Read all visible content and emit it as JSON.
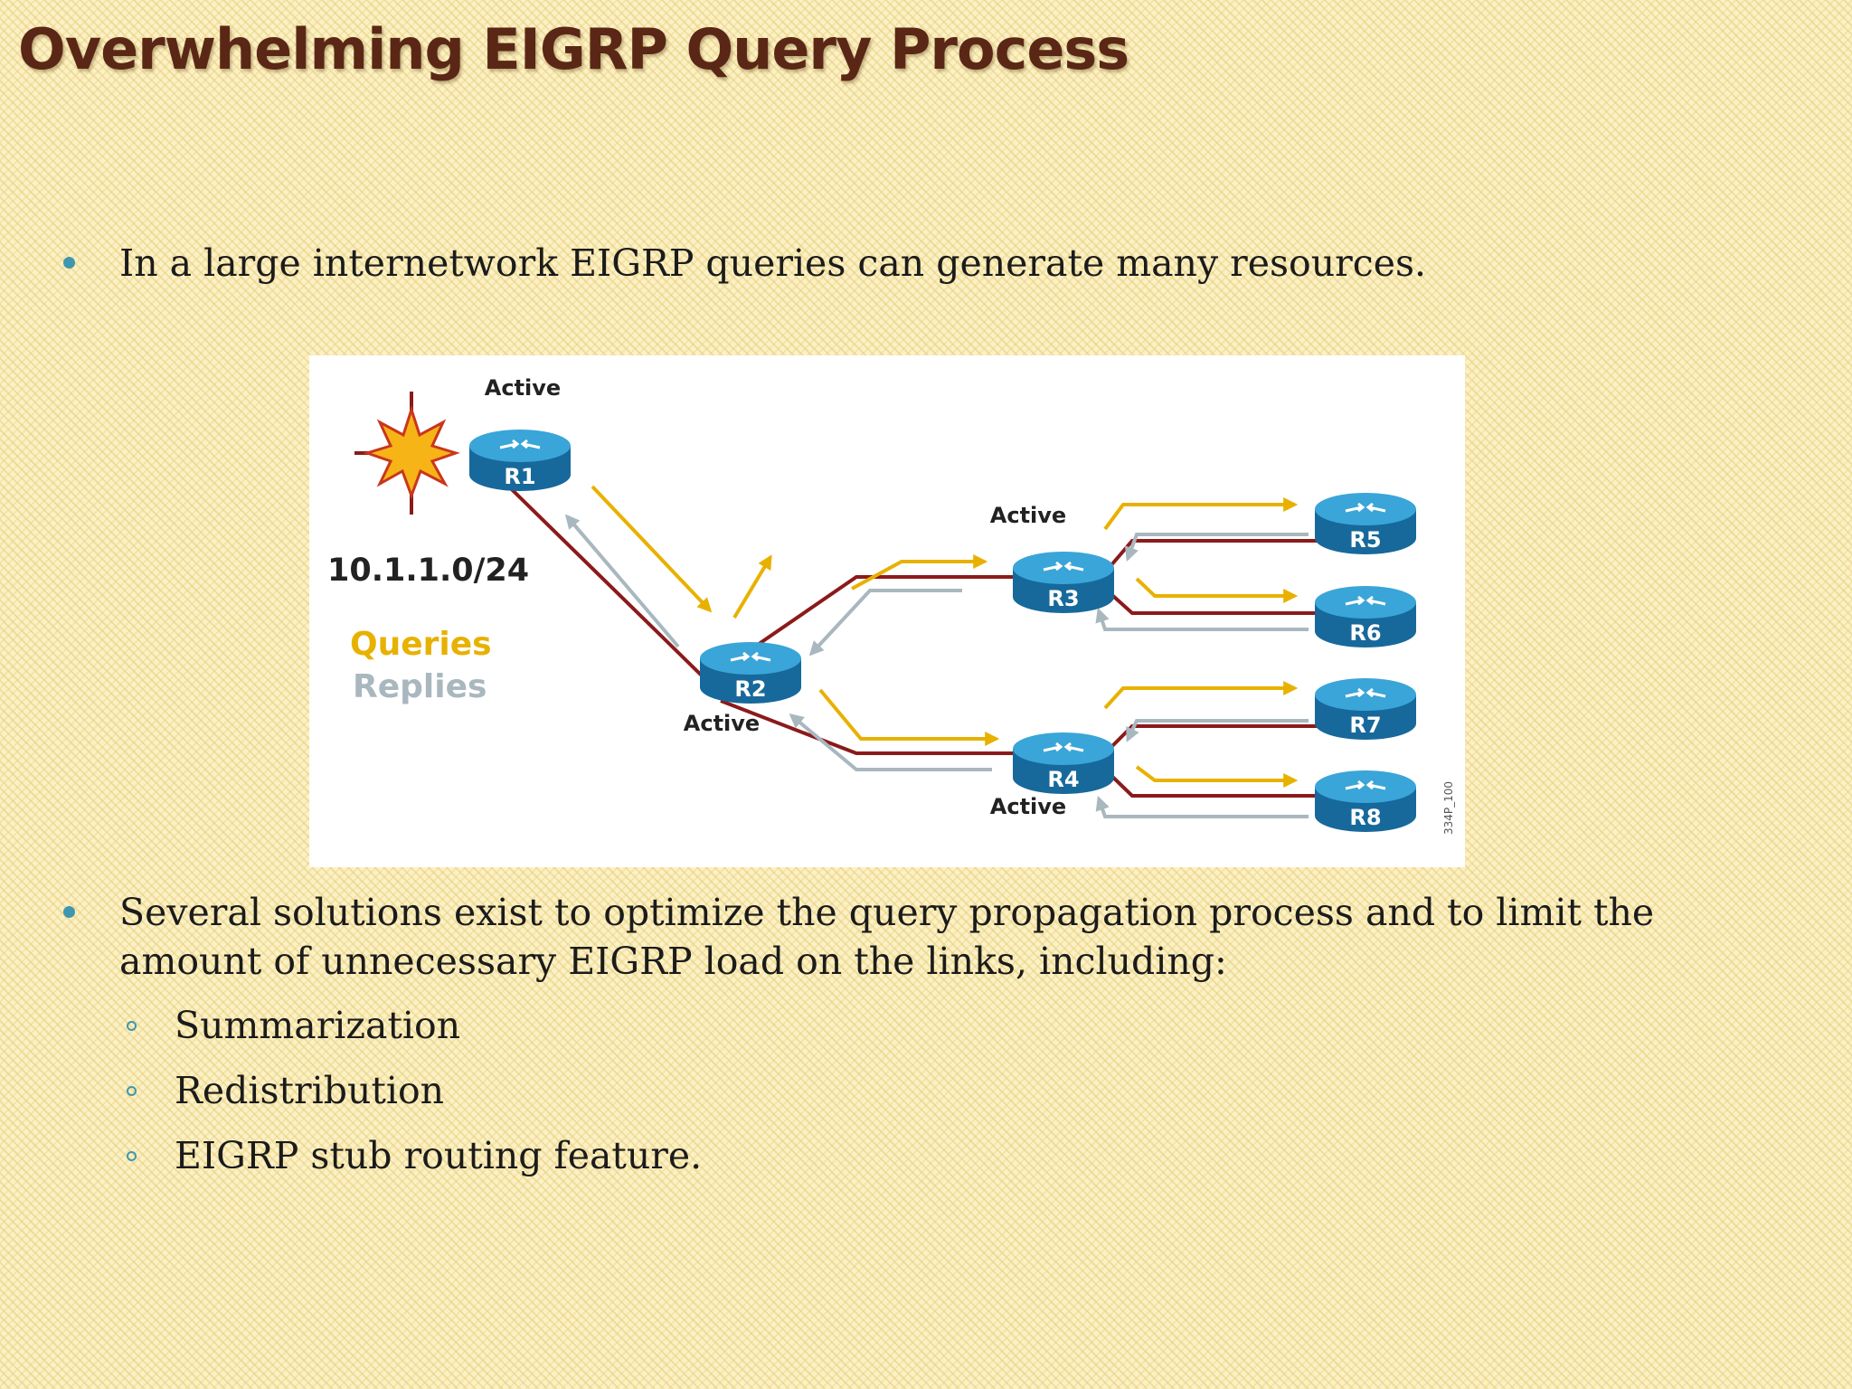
{
  "slide": {
    "title": "Overwhelming EIGRP Query Process",
    "bullets": [
      "In a large internetwork EIGRP queries can generate many resources.",
      "Several solutions exist to optimize the query propagation process and to limit the amount of unnecessary EIGRP load on the links, including:"
    ],
    "sub_bullets": [
      "Summarization",
      "Redistribution",
      "EIGRP stub routing feature."
    ]
  },
  "diagram": {
    "network": "10.1.1.0/24",
    "legend": {
      "queries": "Queries",
      "replies": "Replies",
      "queries_color": "#e8b100",
      "replies_color": "#a9b7bf"
    },
    "state_label": "Active",
    "routers": {
      "r1": "R1",
      "r2": "R2",
      "r3": "R3",
      "r4": "R4",
      "r5": "R5",
      "r6": "R6",
      "r7": "R7",
      "r8": "R8"
    },
    "figure_id": "334P_100",
    "link_color": "#8b1a1a",
    "router_color": "#1f8bc4"
  }
}
